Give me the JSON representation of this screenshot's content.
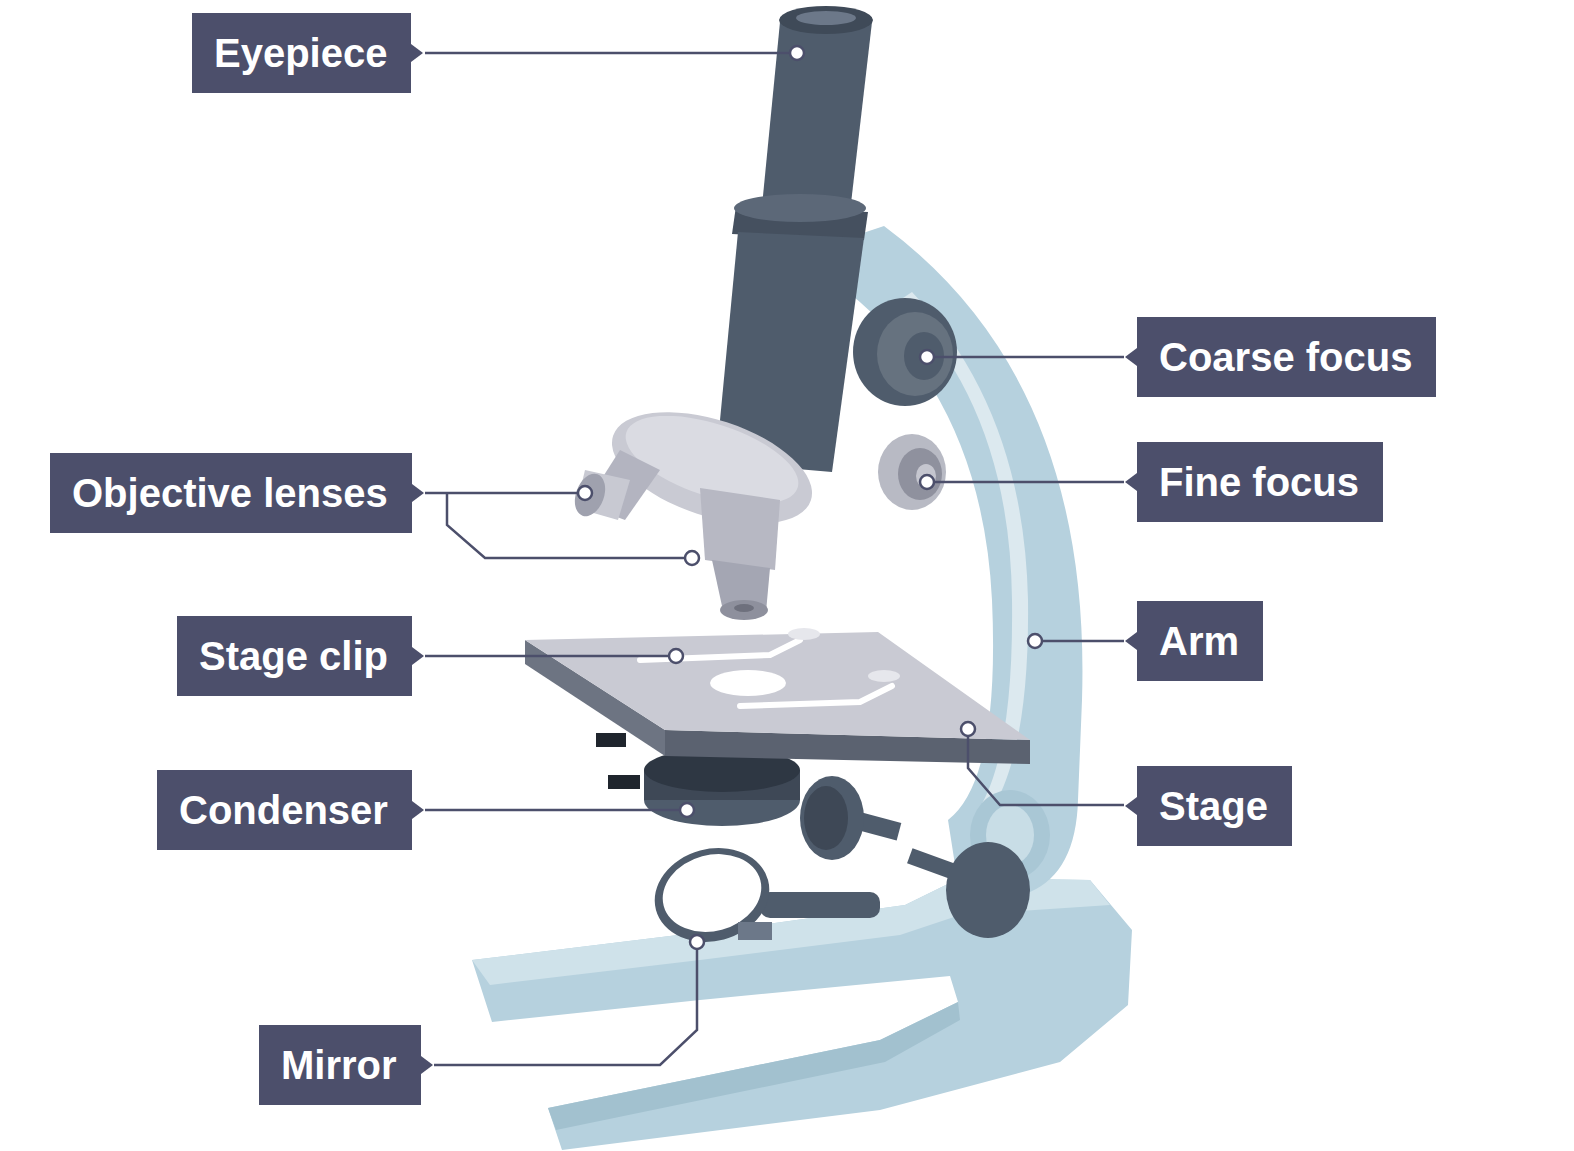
{
  "diagram": {
    "nodes": [
      {
        "text": [
          "Eyepiece"
        ]
      },
      {
        "text": [
          "Coarse focus"
        ]
      },
      {
        "text": [
          "Objective lenses"
        ]
      },
      {
        "text": [
          "Fine focus"
        ]
      },
      {
        "text": [
          "Stage clip"
        ]
      },
      {
        "text": [
          "Arm"
        ]
      },
      {
        "text": [
          "Condenser"
        ]
      },
      {
        "text": [
          "Stage"
        ]
      },
      {
        "text": [
          "Mirror"
        ]
      }
    ]
  }
}
